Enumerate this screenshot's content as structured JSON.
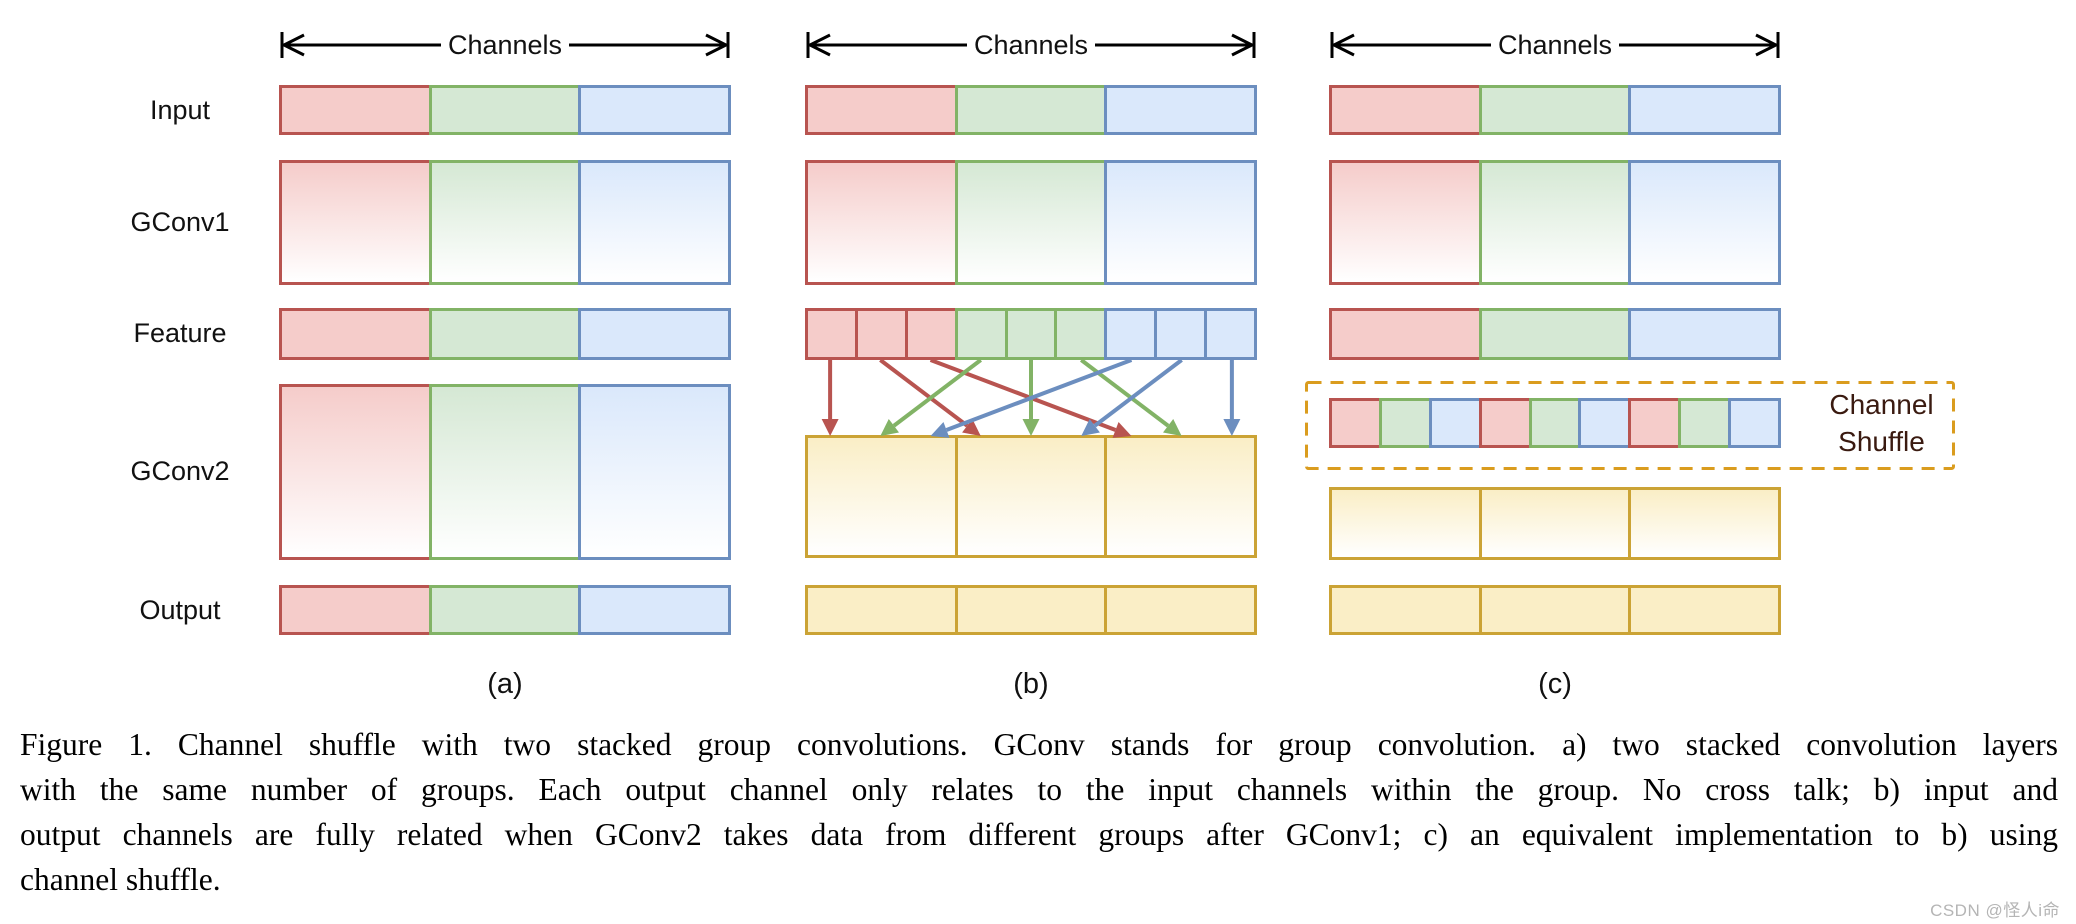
{
  "channels_label": "Channels",
  "row_labels": [
    "Input",
    "GConv1",
    "Feature",
    "GConv2",
    "Output"
  ],
  "panels": [
    {
      "id": "a",
      "label": "(a)",
      "rows": [
        {
          "name": "input",
          "variant": "solid",
          "cells": [
            "red",
            "green",
            "blue"
          ]
        },
        {
          "name": "gconv1",
          "variant": "gradient",
          "cells": [
            "red",
            "green",
            "blue"
          ]
        },
        {
          "name": "feature",
          "variant": "solid",
          "cells": [
            "red",
            "green",
            "blue"
          ]
        },
        {
          "name": "gconv2",
          "variant": "gradient",
          "cells": [
            "red",
            "green",
            "blue"
          ]
        },
        {
          "name": "output",
          "variant": "solid",
          "cells": [
            "red",
            "green",
            "blue"
          ]
        }
      ]
    },
    {
      "id": "b",
      "label": "(b)",
      "rows": [
        {
          "name": "input",
          "variant": "solid",
          "cells": [
            "red",
            "green",
            "blue"
          ]
        },
        {
          "name": "gconv1",
          "variant": "gradient",
          "cells": [
            "red",
            "green",
            "blue"
          ]
        },
        {
          "name": "feature",
          "variant": "solid",
          "cells": [
            "red",
            "red",
            "red",
            "green",
            "green",
            "green",
            "blue",
            "blue",
            "blue"
          ]
        },
        {
          "name": "gconv2",
          "variant": "gradient",
          "cells": [
            "yellow",
            "yellow",
            "yellow"
          ]
        },
        {
          "name": "output",
          "variant": "solid",
          "cells": [
            "yellow",
            "yellow",
            "yellow"
          ]
        }
      ],
      "arrows": [
        {
          "color": "red",
          "from": 0,
          "to": 0
        },
        {
          "color": "red",
          "from": 1,
          "to": 3
        },
        {
          "color": "red",
          "from": 2,
          "to": 6
        },
        {
          "color": "green",
          "from": 3,
          "to": 1
        },
        {
          "color": "green",
          "from": 4,
          "to": 4
        },
        {
          "color": "green",
          "from": 5,
          "to": 7
        },
        {
          "color": "blue",
          "from": 6,
          "to": 2
        },
        {
          "color": "blue",
          "from": 7,
          "to": 5
        },
        {
          "color": "blue",
          "from": 8,
          "to": 8
        }
      ]
    },
    {
      "id": "c",
      "label": "(c)",
      "shuffle_label_lines": [
        "Channel",
        "Shuffle"
      ],
      "rows": [
        {
          "name": "input",
          "variant": "solid",
          "cells": [
            "red",
            "green",
            "blue"
          ]
        },
        {
          "name": "gconv1",
          "variant": "gradient",
          "cells": [
            "red",
            "green",
            "blue"
          ]
        },
        {
          "name": "feature",
          "variant": "solid",
          "cells": [
            "red",
            "green",
            "blue"
          ]
        },
        {
          "name": "shuffle",
          "variant": "solid",
          "cells": [
            "red",
            "green",
            "blue",
            "red",
            "green",
            "blue",
            "red",
            "green",
            "blue"
          ]
        },
        {
          "name": "gconv2",
          "variant": "gradient",
          "cells": [
            "yellow",
            "yellow",
            "yellow"
          ]
        },
        {
          "name": "output",
          "variant": "solid",
          "cells": [
            "yellow",
            "yellow",
            "yellow"
          ]
        }
      ]
    }
  ],
  "caption_lines": [
    "Figure 1. Channel shuffle with two stacked group convolutions. GConv stands for group convolution. a) two stacked convolution layers",
    "with the same number of groups. Each output channel only relates to the input channels within the group. No cross talk; b) input and",
    "output channels are fully related when GConv2 takes data from different groups after GConv1; c) an equivalent implementation to b) using",
    "channel shuffle."
  ],
  "watermark": "CSDN @怪人i命",
  "colors": {
    "red": {
      "stroke": "#B85450",
      "fill": "#F5CCCA"
    },
    "green": {
      "stroke": "#82B366",
      "fill": "#D5E8D4"
    },
    "blue": {
      "stroke": "#6C8EBF",
      "fill": "#DAE8FB"
    },
    "yellow": {
      "stroke": "#CBA335",
      "fill": "#FAEEC6"
    },
    "dash_border": "#DA9C1E",
    "shuffle_text": "#3A1A10",
    "arrow_axis": "#000000",
    "watermark_color": "#B5B5B5"
  }
}
